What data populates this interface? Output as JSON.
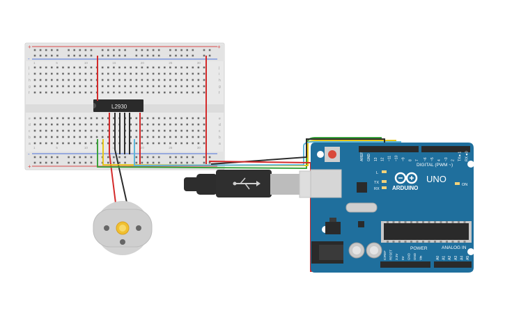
{
  "breadboard": {
    "rail_plus": "+",
    "rail_minus": "-",
    "row_letters_top": [
      "j",
      "i",
      "h",
      "g",
      "f"
    ],
    "row_letters_bottom": [
      "e",
      "d",
      "c",
      "b",
      "a"
    ],
    "column_numbers": [
      "1",
      "5",
      "10",
      "15",
      "20",
      "25",
      "30"
    ]
  },
  "chip": {
    "label": "L2930"
  },
  "motor": {
    "name": "DC motor"
  },
  "arduino": {
    "brand": "ARDUINO",
    "model": "UNO",
    "on_label": "ON",
    "digital_label": "DIGITAL (PWM ~)",
    "power_label": "POWER",
    "analog_label": "ANALOG IN",
    "led_l": "L",
    "led_tx": "TX",
    "led_rx": "RX",
    "top_pins": [
      "AREF",
      "GND",
      "13",
      "12",
      "~11",
      "~10",
      "~9",
      "8",
      "7",
      "~6",
      "~5",
      "4",
      "~3",
      "2",
      "TX►1",
      "RX◄0"
    ],
    "power_pins": [
      "IOREF",
      "RESET",
      "3.3V",
      "5V",
      "GND",
      "GND",
      "Vin"
    ],
    "analog_pins": [
      "A0",
      "A1",
      "A2",
      "A3",
      "A4",
      "A5"
    ]
  },
  "colors": {
    "wire_red": "#d42a2a",
    "wire_black": "#2b2b2b",
    "wire_green": "#3aa13a",
    "wire_yellow": "#e6c619",
    "wire_blue": "#5fb7d9",
    "arduino_board": "#1f6f9d",
    "breadboard": "#e8e8e8"
  }
}
